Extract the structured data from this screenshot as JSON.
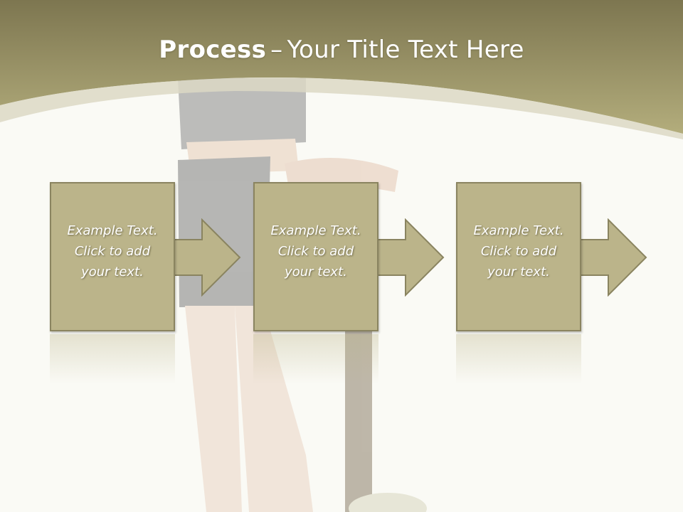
{
  "title": {
    "bold": "Process",
    "dash": "–",
    "rest": "Your Title Text Here"
  },
  "colors": {
    "header_top": "#7d7650",
    "header_bottom": "#b3ad7c",
    "block_fill": "#bbb48a",
    "block_border": "#8a8460",
    "text": "#ffffff"
  },
  "steps": [
    {
      "line1": "Example Text.",
      "line2": "Click  to add",
      "line3": "your text."
    },
    {
      "line1": "Example Text.",
      "line2": "Click  to add",
      "line3": "your text."
    },
    {
      "line1": "Example Text.",
      "line2": "Click  to add",
      "line3": "your text."
    }
  ]
}
